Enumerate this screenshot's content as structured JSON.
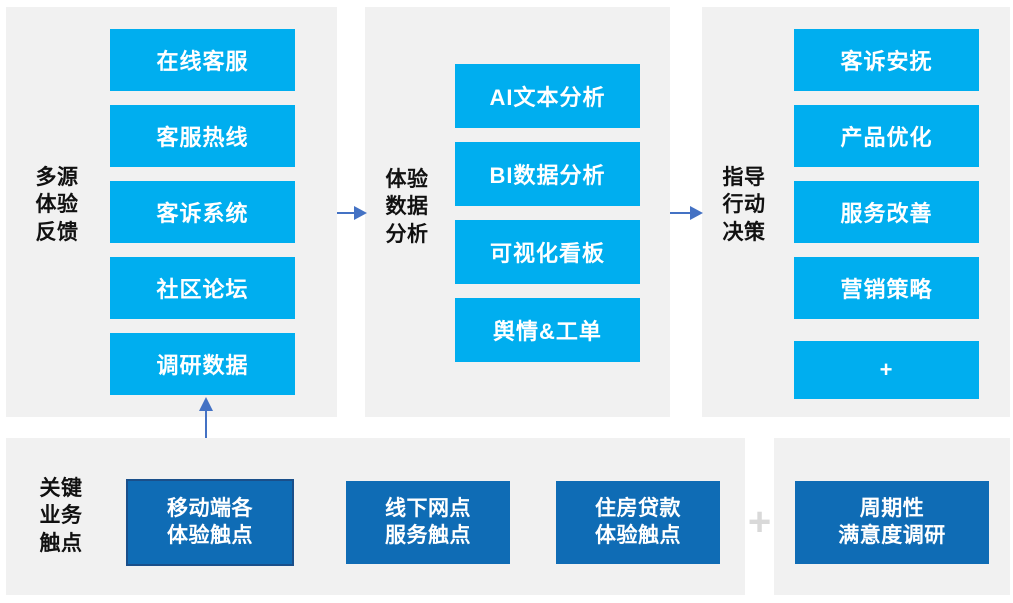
{
  "theme": {
    "panel_bg": "#f1f1f1",
    "page_bg": "#ffffff",
    "box_cyan": "#00AEEF",
    "box_darkblue": "#0F6CB5",
    "box_darkblue_outline": "#1a4f8a",
    "arrow_blue": "#4472C4",
    "label_text": "#111111",
    "box_text": "#ffffff",
    "plus_gray": "#d9d9d9"
  },
  "stages": [
    {
      "id": "multi-source-feedback",
      "label": "多源\n体验\n反馈",
      "items": [
        {
          "label": "在线客服"
        },
        {
          "label": "客服热线"
        },
        {
          "label": "客诉系统"
        },
        {
          "label": "社区论坛"
        },
        {
          "label": "调研数据"
        }
      ]
    },
    {
      "id": "experience-data-analysis",
      "label": "体验\n数据\n分析",
      "items": [
        {
          "label": "AI文本分析"
        },
        {
          "label": "BI数据分析"
        },
        {
          "label": "可视化看板"
        },
        {
          "label": "舆情&工单"
        }
      ]
    },
    {
      "id": "guide-action-decision",
      "label": "指导\n行动\n决策",
      "items": [
        {
          "label": "客诉安抚"
        },
        {
          "label": "产品优化"
        },
        {
          "label": "服务改善"
        },
        {
          "label": "营销策略"
        },
        {
          "label": "+"
        }
      ]
    }
  ],
  "bottom": {
    "label": "关键\n业务\n触点",
    "separator": "+",
    "group_a": [
      {
        "label": "移动端各\n体验触点",
        "highlighted": true
      },
      {
        "label": "线下网点\n服务触点",
        "highlighted": false
      },
      {
        "label": "住房贷款\n体验触点",
        "highlighted": false
      }
    ],
    "group_b": [
      {
        "label": "周期性\n满意度调研",
        "highlighted": false
      }
    ]
  },
  "connectors": [
    {
      "id": "stage1-to-stage2",
      "direction": "right"
    },
    {
      "id": "stage2-to-stage3",
      "direction": "right"
    },
    {
      "id": "touchpoints-to-stage1",
      "direction": "up"
    }
  ]
}
